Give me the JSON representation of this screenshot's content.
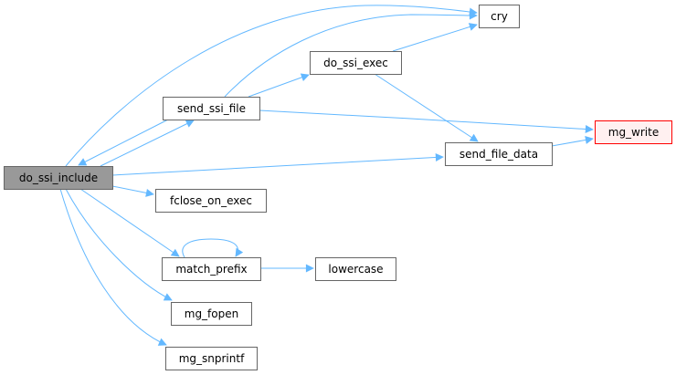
{
  "graph": {
    "root": "do_ssi_include",
    "nodes": [
      {
        "id": "do_ssi_include",
        "label": "do_ssi_include",
        "kind": "root"
      },
      {
        "id": "send_ssi_file",
        "label": "send_ssi_file",
        "kind": "normal"
      },
      {
        "id": "cry",
        "label": "cry",
        "kind": "normal"
      },
      {
        "id": "do_ssi_exec",
        "label": "do_ssi_exec",
        "kind": "normal"
      },
      {
        "id": "mg_write",
        "label": "mg_write",
        "kind": "external"
      },
      {
        "id": "send_file_data",
        "label": "send_file_data",
        "kind": "normal"
      },
      {
        "id": "fclose_on_exec",
        "label": "fclose_on_exec",
        "kind": "normal"
      },
      {
        "id": "match_prefix",
        "label": "match_prefix",
        "kind": "normal"
      },
      {
        "id": "lowercase",
        "label": "lowercase",
        "kind": "normal"
      },
      {
        "id": "mg_fopen",
        "label": "mg_fopen",
        "kind": "normal"
      },
      {
        "id": "mg_snprintf",
        "label": "mg_snprintf",
        "kind": "normal"
      }
    ],
    "edges": [
      {
        "from": "do_ssi_include",
        "to": "cry"
      },
      {
        "from": "do_ssi_include",
        "to": "send_ssi_file"
      },
      {
        "from": "send_ssi_file",
        "to": "do_ssi_include"
      },
      {
        "from": "send_ssi_file",
        "to": "cry"
      },
      {
        "from": "send_ssi_file",
        "to": "do_ssi_exec"
      },
      {
        "from": "send_ssi_file",
        "to": "mg_write"
      },
      {
        "from": "do_ssi_exec",
        "to": "cry"
      },
      {
        "from": "do_ssi_exec",
        "to": "send_file_data"
      },
      {
        "from": "do_ssi_include",
        "to": "send_file_data"
      },
      {
        "from": "send_file_data",
        "to": "mg_write"
      },
      {
        "from": "do_ssi_include",
        "to": "fclose_on_exec"
      },
      {
        "from": "do_ssi_include",
        "to": "match_prefix"
      },
      {
        "from": "match_prefix",
        "to": "match_prefix"
      },
      {
        "from": "match_prefix",
        "to": "lowercase"
      },
      {
        "from": "do_ssi_include",
        "to": "mg_fopen"
      },
      {
        "from": "do_ssi_include",
        "to": "mg_snprintf"
      }
    ]
  },
  "colors": {
    "edge": "#63b8ff",
    "root_fill": "#999999",
    "node_border": "#666666",
    "external_border": "#ff0000",
    "external_fill": "#fff0f0"
  }
}
